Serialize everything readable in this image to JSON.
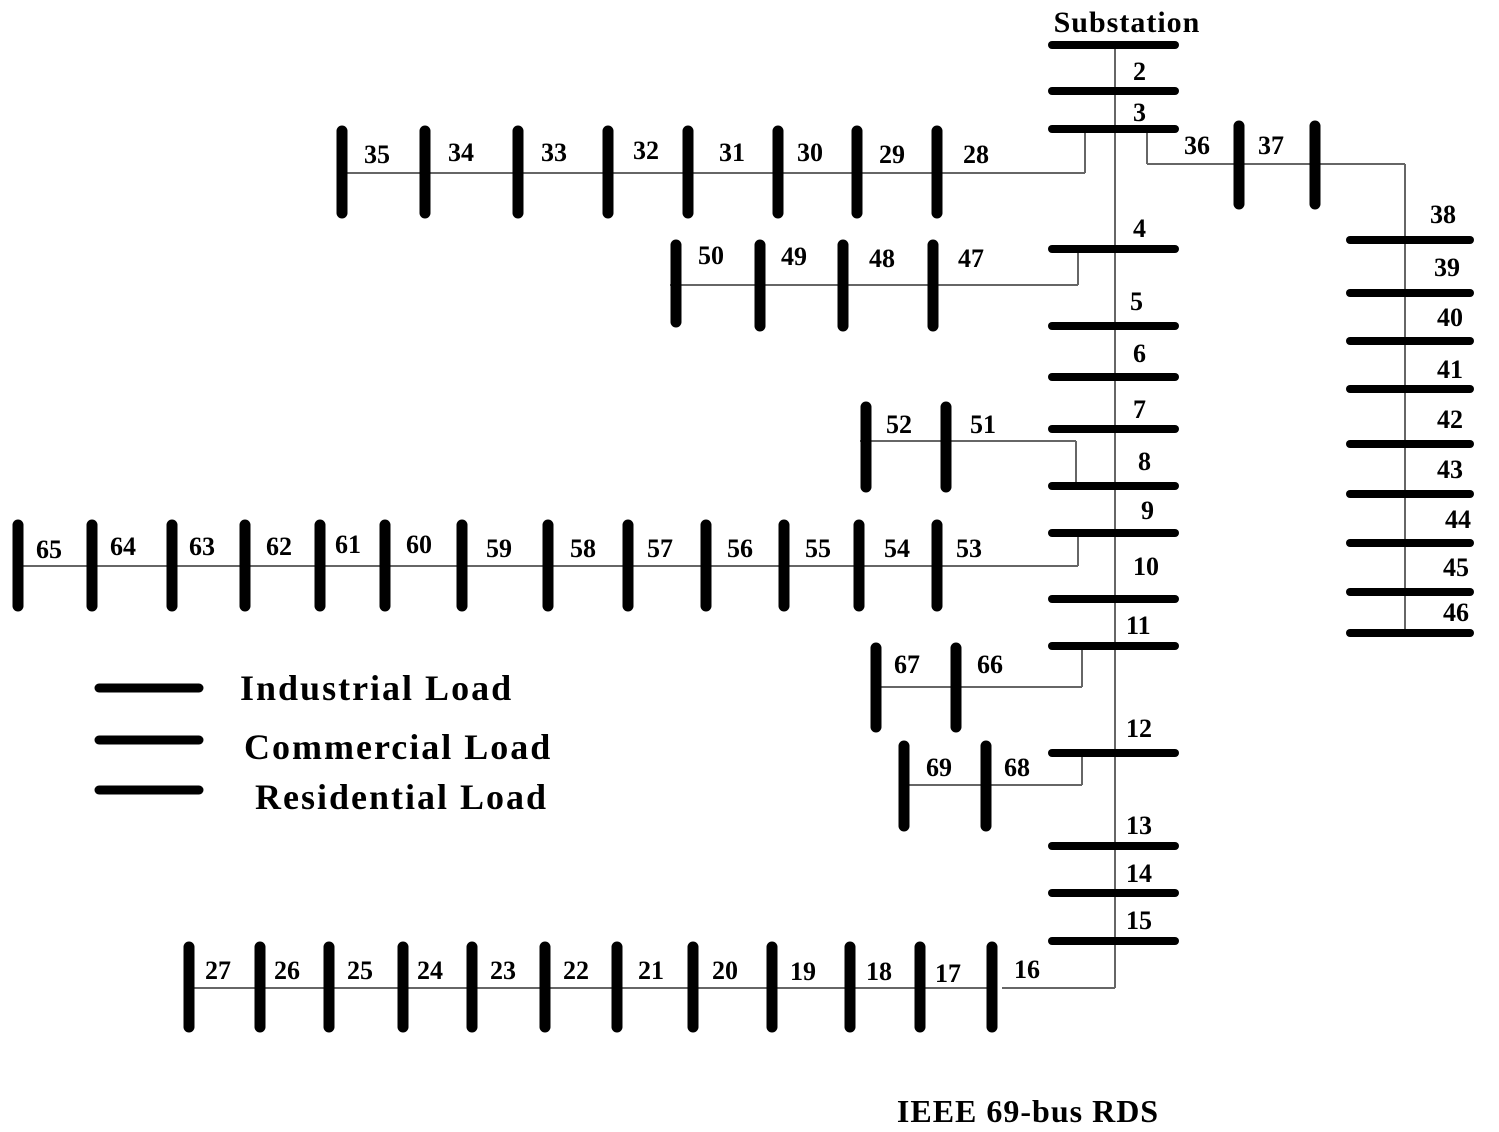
{
  "diagram": {
    "title": "IEEE 69-bus RDS",
    "substation_label": "Substation",
    "colors": {
      "bus": "#000000",
      "line": "#666666",
      "text": "#000000"
    },
    "legend": [
      {
        "label": "Industrial Load"
      },
      {
        "label": "Commercial Load"
      },
      {
        "label": "Residential Load"
      }
    ],
    "buses": [
      "2",
      "3",
      "4",
      "5",
      "6",
      "7",
      "8",
      "9",
      "10",
      "11",
      "12",
      "13",
      "14",
      "15",
      "16",
      "17",
      "18",
      "19",
      "20",
      "21",
      "22",
      "23",
      "24",
      "25",
      "26",
      "27",
      "28",
      "29",
      "30",
      "31",
      "32",
      "33",
      "34",
      "35",
      "36",
      "37",
      "38",
      "39",
      "40",
      "41",
      "42",
      "43",
      "44",
      "45",
      "46",
      "47",
      "48",
      "49",
      "50",
      "51",
      "52",
      "53",
      "54",
      "55",
      "56",
      "57",
      "58",
      "59",
      "60",
      "61",
      "62",
      "63",
      "64",
      "65",
      "66",
      "67",
      "68",
      "69"
    ],
    "branches": [
      {
        "from": "Substation",
        "to": "2"
      },
      {
        "from": "2",
        "to": "3"
      },
      {
        "from": "3",
        "to": "4"
      },
      {
        "from": "4",
        "to": "5"
      },
      {
        "from": "5",
        "to": "6"
      },
      {
        "from": "6",
        "to": "7"
      },
      {
        "from": "7",
        "to": "8"
      },
      {
        "from": "8",
        "to": "9"
      },
      {
        "from": "9",
        "to": "10"
      },
      {
        "from": "10",
        "to": "11"
      },
      {
        "from": "11",
        "to": "12"
      },
      {
        "from": "12",
        "to": "13"
      },
      {
        "from": "13",
        "to": "14"
      },
      {
        "from": "14",
        "to": "15"
      },
      {
        "from": "15",
        "to": "16"
      },
      {
        "from": "16",
        "to": "17"
      },
      {
        "from": "17",
        "to": "18"
      },
      {
        "from": "18",
        "to": "19"
      },
      {
        "from": "19",
        "to": "20"
      },
      {
        "from": "20",
        "to": "21"
      },
      {
        "from": "21",
        "to": "22"
      },
      {
        "from": "22",
        "to": "23"
      },
      {
        "from": "23",
        "to": "24"
      },
      {
        "from": "24",
        "to": "25"
      },
      {
        "from": "25",
        "to": "26"
      },
      {
        "from": "26",
        "to": "27"
      },
      {
        "from": "3",
        "to": "28"
      },
      {
        "from": "28",
        "to": "29"
      },
      {
        "from": "29",
        "to": "30"
      },
      {
        "from": "30",
        "to": "31"
      },
      {
        "from": "31",
        "to": "32"
      },
      {
        "from": "32",
        "to": "33"
      },
      {
        "from": "33",
        "to": "34"
      },
      {
        "from": "34",
        "to": "35"
      },
      {
        "from": "3",
        "to": "36"
      },
      {
        "from": "36",
        "to": "37"
      },
      {
        "from": "37",
        "to": "38"
      },
      {
        "from": "38",
        "to": "39"
      },
      {
        "from": "39",
        "to": "40"
      },
      {
        "from": "40",
        "to": "41"
      },
      {
        "from": "41",
        "to": "42"
      },
      {
        "from": "42",
        "to": "43"
      },
      {
        "from": "43",
        "to": "44"
      },
      {
        "from": "44",
        "to": "45"
      },
      {
        "from": "45",
        "to": "46"
      },
      {
        "from": "4",
        "to": "47"
      },
      {
        "from": "47",
        "to": "48"
      },
      {
        "from": "48",
        "to": "49"
      },
      {
        "from": "49",
        "to": "50"
      },
      {
        "from": "8",
        "to": "51"
      },
      {
        "from": "51",
        "to": "52"
      },
      {
        "from": "9",
        "to": "53"
      },
      {
        "from": "53",
        "to": "54"
      },
      {
        "from": "54",
        "to": "55"
      },
      {
        "from": "55",
        "to": "56"
      },
      {
        "from": "56",
        "to": "57"
      },
      {
        "from": "57",
        "to": "58"
      },
      {
        "from": "58",
        "to": "59"
      },
      {
        "from": "59",
        "to": "60"
      },
      {
        "from": "60",
        "to": "61"
      },
      {
        "from": "61",
        "to": "62"
      },
      {
        "from": "62",
        "to": "63"
      },
      {
        "from": "63",
        "to": "64"
      },
      {
        "from": "64",
        "to": "65"
      },
      {
        "from": "11",
        "to": "66"
      },
      {
        "from": "66",
        "to": "67"
      },
      {
        "from": "12",
        "to": "68"
      },
      {
        "from": "68",
        "to": "69"
      }
    ]
  }
}
